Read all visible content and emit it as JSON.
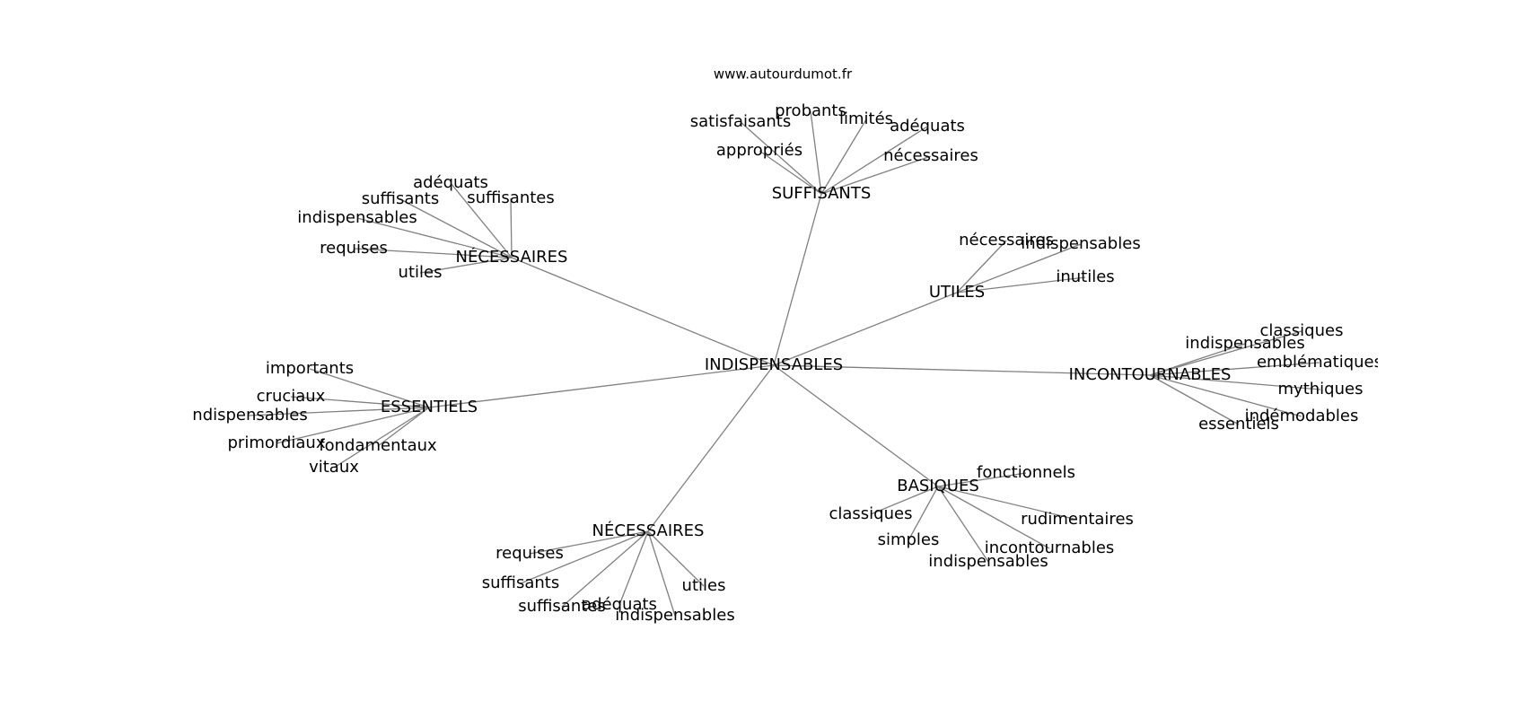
{
  "source": "www.autourdumot.fr",
  "graph": {
    "center": "INDISPENSABLES",
    "hubs": [
      {
        "id": "suffisants",
        "label": "SUFFISANTS",
        "leaves": [
          "satisfaisants",
          "probants",
          "limités",
          "adéquats",
          "appropriés",
          "nécessaires"
        ]
      },
      {
        "id": "necessaires-top",
        "label": "NÉCESSAIRES",
        "leaves": [
          "adéquats",
          "suffisants",
          "suffisantes",
          "indispensables",
          "requises",
          "utiles"
        ]
      },
      {
        "id": "utiles",
        "label": "UTILES",
        "leaves": [
          "nécessaires",
          "indispensables",
          "inutiles"
        ]
      },
      {
        "id": "incontournables",
        "label": "INCONTOURNABLES",
        "leaves": [
          "classiques",
          "indispensables",
          "emblématiques",
          "mythiques",
          "indémodables",
          "essentiels"
        ]
      },
      {
        "id": "essentiels",
        "label": "ESSENTIELS",
        "leaves": [
          "importants",
          "cruciaux",
          "indispensables",
          "primordiaux",
          "fondamentaux",
          "vitaux"
        ]
      },
      {
        "id": "basiques",
        "label": "BASIQUES",
        "leaves": [
          "fonctionnels",
          "classiques",
          "rudimentaires",
          "simples",
          "incontournables",
          "indispensables"
        ]
      },
      {
        "id": "necessaires-bottom",
        "label": "NÉCESSAIRES",
        "leaves": [
          "requises",
          "suffisants",
          "suffisantes",
          "adéquats",
          "indispensables",
          "utiles"
        ]
      }
    ]
  }
}
